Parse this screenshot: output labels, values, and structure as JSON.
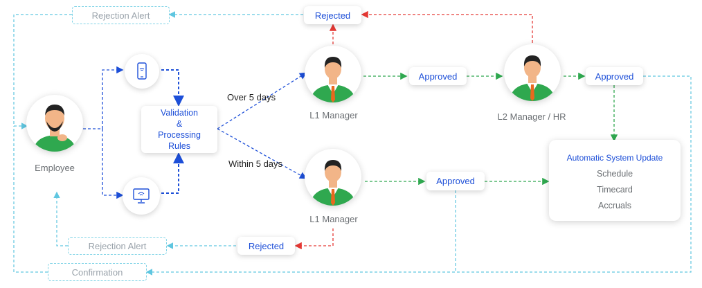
{
  "nodes": {
    "employee": "Employee",
    "validation": [
      "Validation",
      "&",
      "Processing",
      "Rules"
    ],
    "l1_top": "L1 Manager",
    "l1_bottom": "L1 Manager",
    "l2": "L2 Manager / HR"
  },
  "edges": {
    "over": "Over 5 days",
    "within": "Within 5 days"
  },
  "status": {
    "rejected_top": "Rejected",
    "approved_l1_top": "Approved",
    "approved_l2": "Approved",
    "approved_l1_bottom": "Approved",
    "rejected_bottom": "Rejected"
  },
  "notifications": {
    "rejection_top": "Rejection Alert",
    "rejection_bottom": "Rejection Alert",
    "confirmation": "Confirmation"
  },
  "system_update": {
    "title": "Automatic System Update",
    "items": [
      "Schedule",
      "Timecard",
      "Accruals"
    ]
  },
  "colors": {
    "blue": "#1d4fd8",
    "green": "#2fa84f",
    "red": "#e53935",
    "cyan": "#5fc6e0"
  },
  "icons": [
    "mobile-phone-icon",
    "desktop-monitor-icon",
    "person-avatar-icon"
  ]
}
